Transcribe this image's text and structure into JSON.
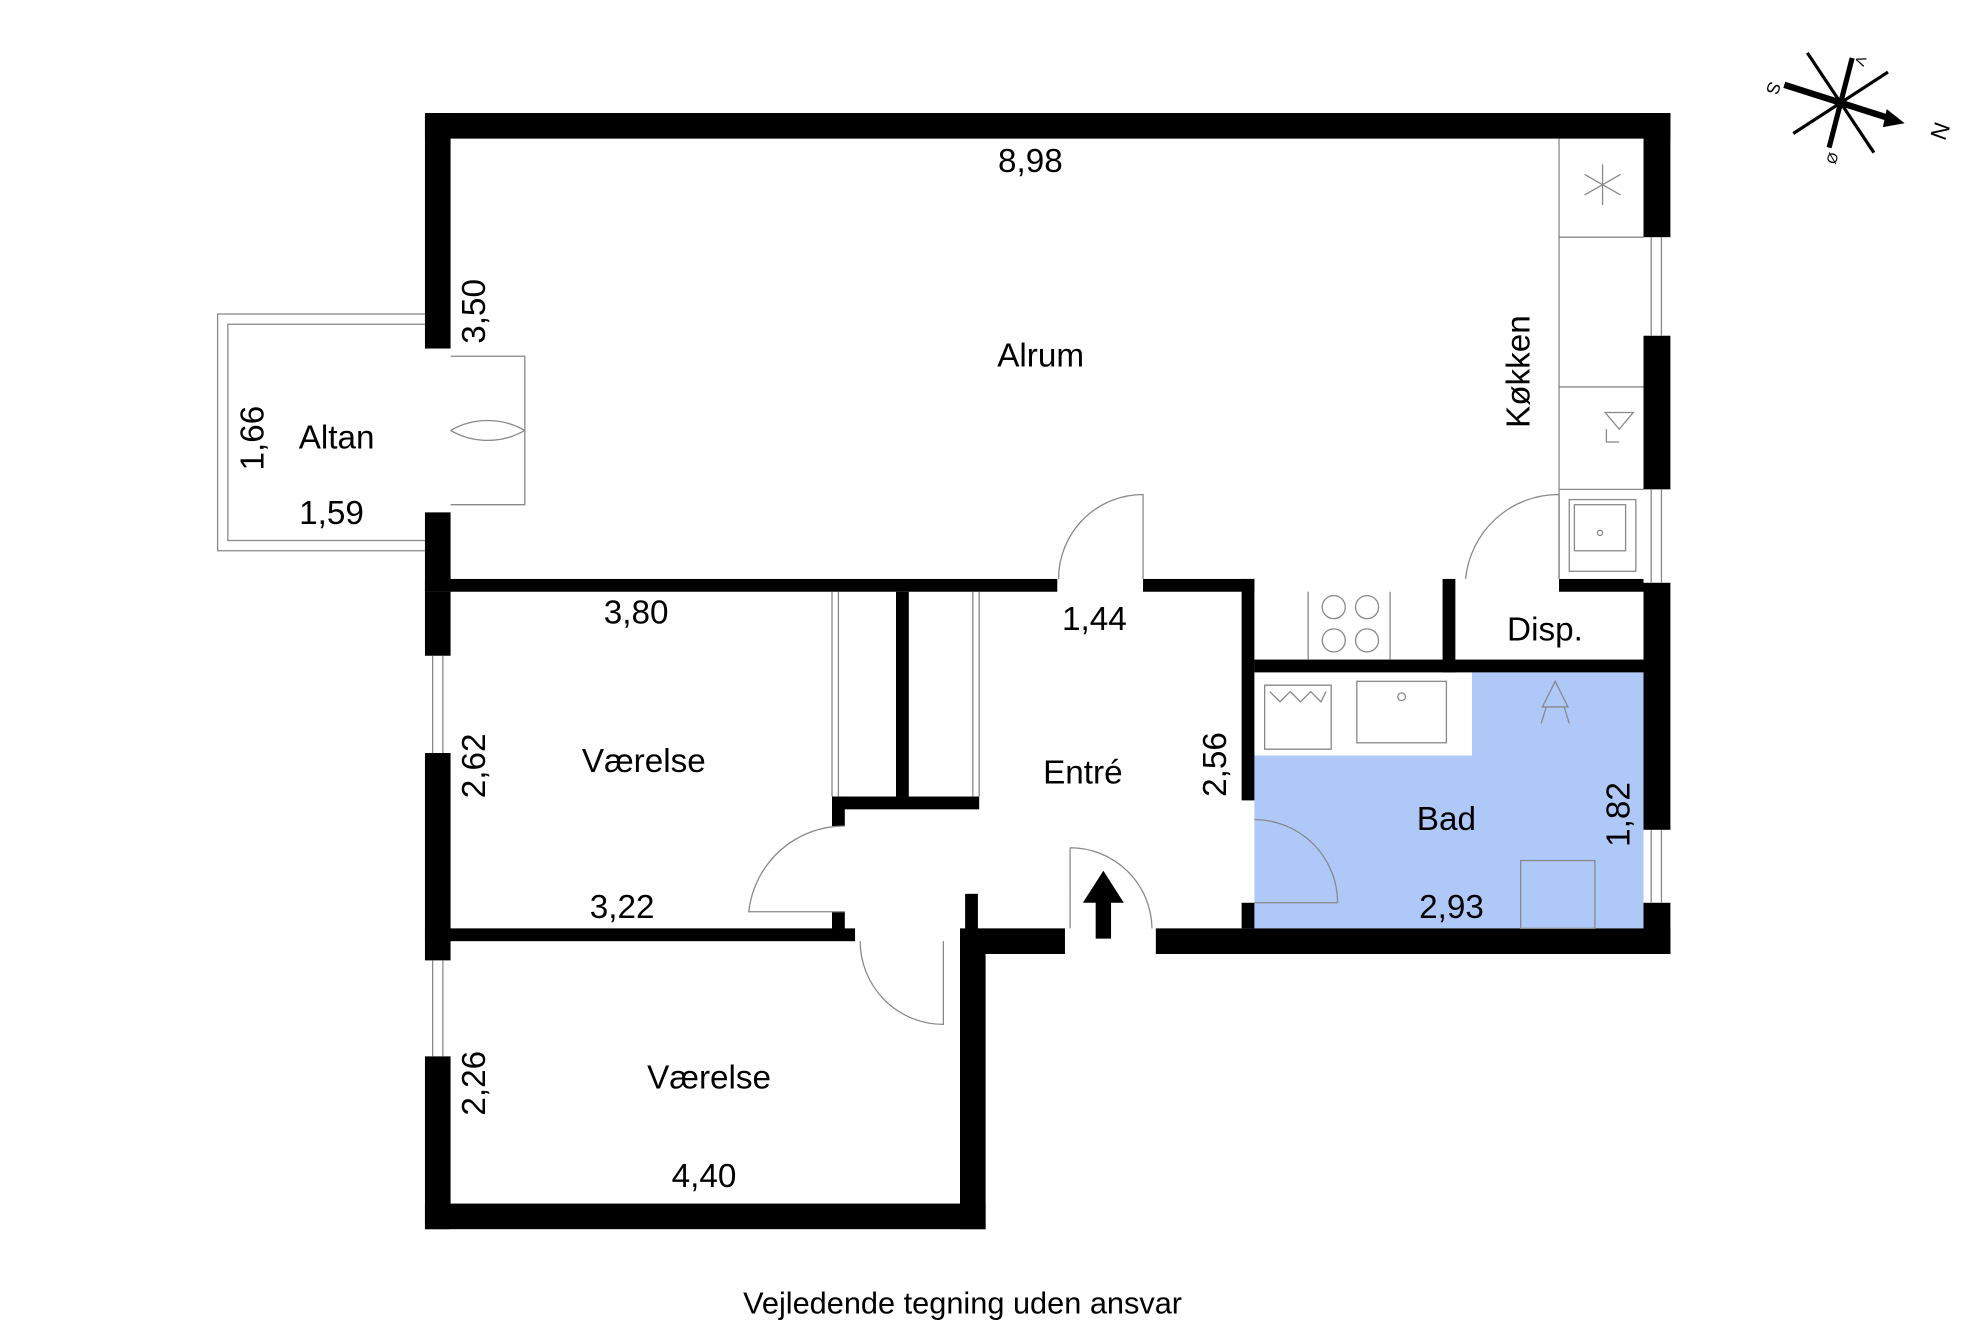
{
  "rooms": {
    "alrum": "Alrum",
    "kokken": "Køkken",
    "altan": "Altan",
    "vaerelse1": "Værelse",
    "vaerelse2": "Værelse",
    "entre": "Entré",
    "bad": "Bad",
    "disp": "Disp."
  },
  "dimensions": {
    "alrum_width": "8,98",
    "alrum_depth": "3,50",
    "altan_depth": "1,66",
    "altan_width": "1,59",
    "vaerelse1_top": "3,80",
    "vaerelse1_depth": "2,62",
    "vaerelse1_bottom": "3,22",
    "entre_width": "1,44",
    "entre_depth": "2,56",
    "bad_depth": "1,82",
    "bad_width": "2,93",
    "vaerelse2_depth": "2,26",
    "vaerelse2_width": "4,40"
  },
  "compass": {
    "north": "N",
    "south": "S",
    "east": "Ø",
    "west": "V"
  },
  "footer": "Vejledende tegning uden ansvar",
  "colors": {
    "bathroom": "#aec8f7",
    "walls": "#000000"
  }
}
